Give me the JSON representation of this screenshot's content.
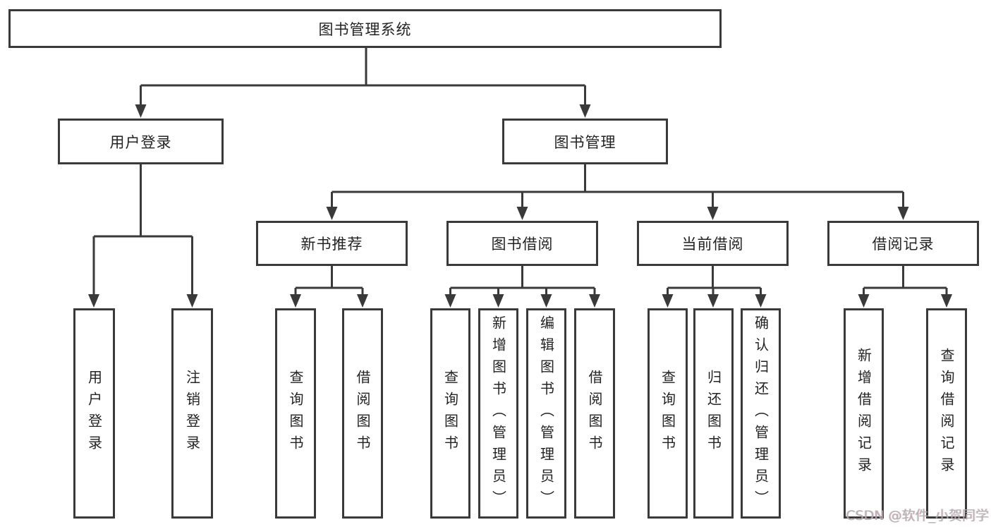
{
  "tree": {
    "label": "图书管理系统",
    "children": [
      {
        "label": "用户登录",
        "children": [
          {
            "label": "用户登录"
          },
          {
            "label": "注销登录"
          }
        ]
      },
      {
        "label": "图书管理",
        "children": [
          {
            "label": "新书推荐",
            "children": [
              {
                "label": "查询图书"
              },
              {
                "label": "借阅图书"
              }
            ]
          },
          {
            "label": "图书借阅",
            "children": [
              {
                "label": "查询图书"
              },
              {
                "label": "新增图书（管理员）"
              },
              {
                "label": "编辑图书（管理员）"
              },
              {
                "label": "借阅图书"
              }
            ]
          },
          {
            "label": "当前借阅",
            "children": [
              {
                "label": "查询图书"
              },
              {
                "label": "归还图书"
              },
              {
                "label": "确认归还（管理员）"
              }
            ]
          },
          {
            "label": "借阅记录",
            "children": [
              {
                "label": "新增借阅记录"
              },
              {
                "label": "查询借阅记录"
              }
            ]
          }
        ]
      }
    ]
  },
  "watermark": {
    "text": "CSDN @软件_小贺同学"
  },
  "colors": {
    "line": "#3a3a3a",
    "text": "#232323",
    "background": "#ffffff"
  }
}
